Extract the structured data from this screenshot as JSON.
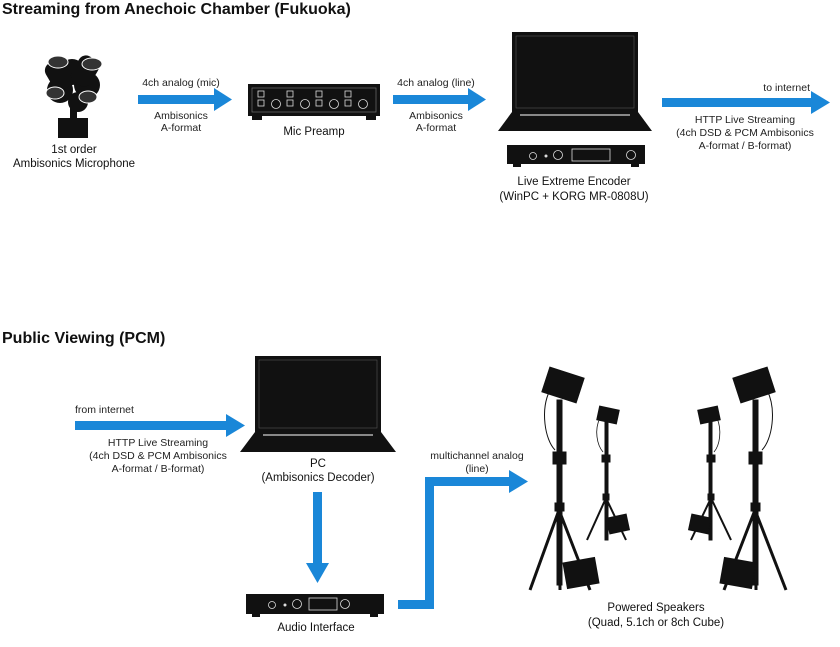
{
  "section1": {
    "title": "Streaming from Anechoic Chamber (Fukuoka)",
    "mic": {
      "line1": "1st order",
      "line2": "Ambisonics Microphone"
    },
    "arrow1": {
      "top": "4ch analog (mic)",
      "bottom1": "Ambisonics",
      "bottom2": "A-format"
    },
    "preamp": {
      "label": "Mic Preamp"
    },
    "arrow2": {
      "top": "4ch analog (line)",
      "bottom1": "Ambisonics",
      "bottom2": "A-format"
    },
    "encoder": {
      "line1": "Live Extreme Encoder",
      "line2": "(WinPC + KORG MR-0808U)"
    },
    "arrow3": {
      "top": "to internet",
      "bottom1": "HTTP Live Streaming",
      "bottom2": "(4ch DSD & PCM Ambisonics",
      "bottom3": "A-format / B-format)"
    }
  },
  "section2": {
    "title": "Public Viewing (PCM)",
    "arrow_in": {
      "top": "from internet",
      "bottom1": "HTTP Live Streaming",
      "bottom2": "(4ch DSD & PCM Ambisonics",
      "bottom3": "A-format / B-format)"
    },
    "pc": {
      "line1": "PC",
      "line2": "(Ambisonics Decoder)"
    },
    "interface": {
      "label": "Audio Interface"
    },
    "arrow_out": {
      "top1": "multichannel analog",
      "top2": "(line)"
    },
    "speakers": {
      "line1": "Powered Speakers",
      "line2": "(Quad, 5.1ch or 8ch Cube)"
    }
  },
  "colors": {
    "arrow": "#1a87d8",
    "device": "#111111"
  }
}
